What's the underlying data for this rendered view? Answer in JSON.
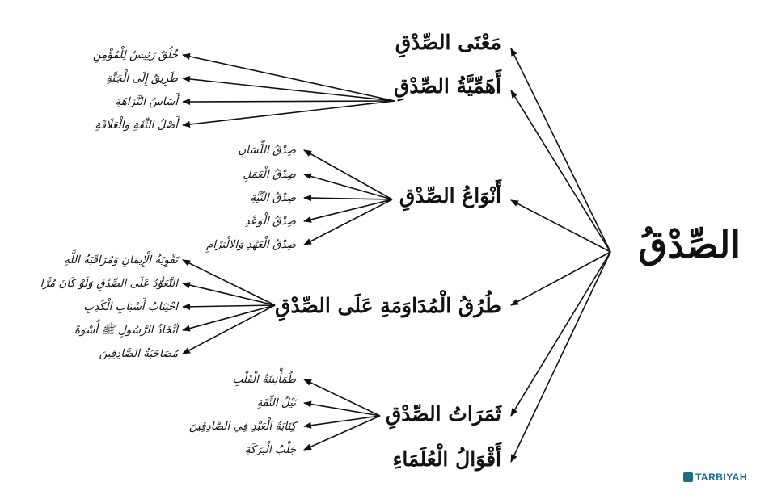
{
  "root": {
    "label": "الصِّدْقُ"
  },
  "branches": [
    {
      "label": "مَعْنَى الصِّدْقِ",
      "leaves": []
    },
    {
      "label": "أَهَمِّيَّةُ الصِّدْقِ",
      "leaves": [
        "خُلُقٌ رَئِيسٌ لِلْمُؤْمِنِ",
        "طَرِيقٌ إِلَى الْجَنَّةِ",
        "أَسَاسُ النَّزَاهَةِ",
        "أَصْلُ الثِّقَةِ وَالْعَلَاقَةِ"
      ]
    },
    {
      "label": "أَنْوَاعُ الصِّدْقِ",
      "leaves": [
        "صِدْقُ اللِّسَانِ",
        "صِدْقُ الْعَمَلِ",
        "صِدْقُ النِّيَّةِ",
        "صِدْقُ الْوَعْدِ",
        "صِدْقُ الْعَهْدِ وَالِالْتِزَامِ"
      ]
    },
    {
      "label": "طُرُقُ الْمُدَاوَمَةِ عَلَى الصِّدْقِ",
      "leaves": [
        "تَقْوِيَةُ الْإِيمَانِ وَمُرَاقَبَةُ اللَّهِ",
        "التَّعَوُّدُ عَلَى الصِّدْقِ وَلَوْ كَانَ مُرًّا",
        "اجْتِنَابُ أَسْبَابِ الْكَذِبِ",
        "اتِّخَاذُ الرَّسُولِ ﷺ أُسْوَةً",
        "مُصَاحَبَةُ الصَّادِقِينَ"
      ]
    },
    {
      "label": "ثَمَرَاتُ الصِّدْقِ",
      "leaves": [
        "طُمَأْنِينَةُ الْقَلْبِ",
        "نَيْلُ الثِّقَةِ",
        "كِتَابَةُ الْعَبْدِ فِي الصَّادِقِينَ",
        "جَلْبُ الْبَرَكَةِ"
      ]
    },
    {
      "label": "أَقْوَالُ الْعُلَمَاءِ",
      "leaves": []
    }
  ],
  "logo": {
    "text": "TARBIYAH"
  },
  "colors": {
    "ink": "#111111",
    "logo": "#1e6e86"
  }
}
